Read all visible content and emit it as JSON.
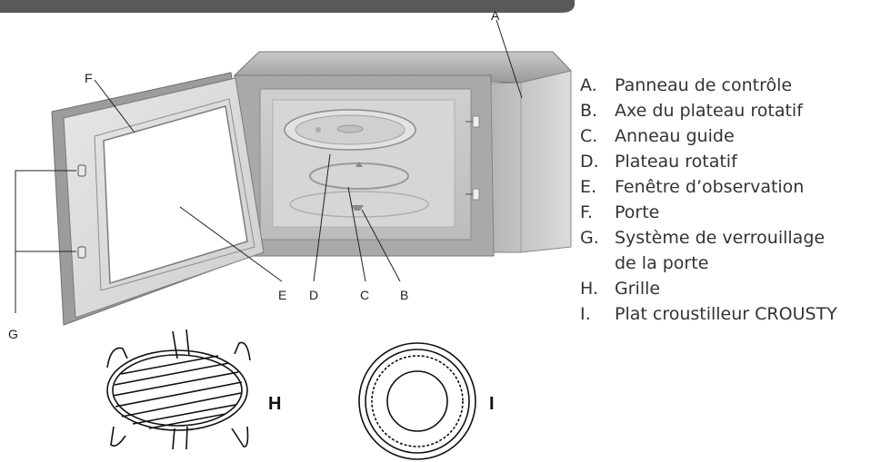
{
  "diagram": {
    "callouts": {
      "A": "A",
      "B": "B",
      "C": "C",
      "D": "D",
      "E": "E",
      "F": "F",
      "G": "G",
      "H": "H",
      "I": "I"
    },
    "legend": [
      {
        "key": "A.",
        "text": "Panneau de contrôle"
      },
      {
        "key": "B.",
        "text": "Axe du plateau rotatif"
      },
      {
        "key": "C.",
        "text": "Anneau guide"
      },
      {
        "key": "D.",
        "text": "Plateau rotatif"
      },
      {
        "key": "E.",
        "text": "Fenêtre d’observation"
      },
      {
        "key": "F.",
        "text": "Porte"
      },
      {
        "key": "G.",
        "text": "Système de verrouillage",
        "continuation": "de la porte"
      },
      {
        "key": "H.",
        "text": "Grille"
      },
      {
        "key": "I.",
        "text": "Plat croustilleur CROUSTY"
      }
    ]
  }
}
